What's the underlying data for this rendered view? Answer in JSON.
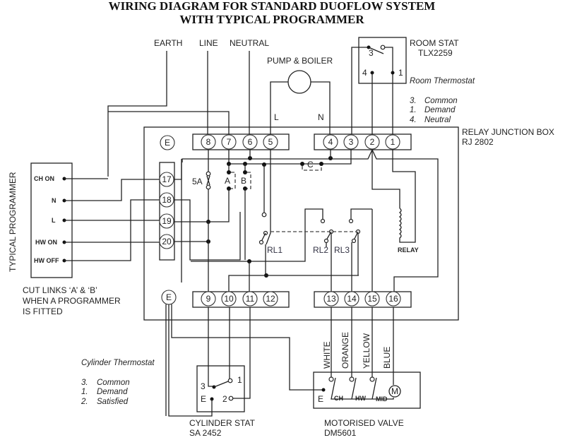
{
  "title": {
    "line1": "WIRING DIAGRAM FOR STANDARD DUOFLOW SYSTEM",
    "line2": "WITH TYPICAL PROGRAMMER"
  },
  "supply_labels": {
    "earth": "EARTH",
    "line": "LINE",
    "neutral": "NEUTRAL"
  },
  "pump_boiler": {
    "label": "PUMP & BOILER",
    "l": "L",
    "n": "N"
  },
  "room_stat": {
    "title": "ROOM STAT",
    "model": "TLX2259",
    "subtitle": "Room Thermostat",
    "terminals": [
      "3",
      "4",
      "1"
    ],
    "legend": [
      {
        "num": "3.",
        "text": "Common"
      },
      {
        "num": "1.",
        "text": "Demand"
      },
      {
        "num": "4.",
        "text": "Neutral"
      }
    ]
  },
  "junction_box": {
    "title": "RELAY JUNCTION BOX",
    "model": "RJ 2802",
    "earth_top": "E",
    "earth_bottom": "E",
    "top_left_terminals": [
      "8",
      "7",
      "6",
      "5"
    ],
    "top_right_terminals": [
      "4",
      "3",
      "2",
      "1"
    ],
    "side_terminals": [
      "17",
      "18",
      "19",
      "20"
    ],
    "bottom_left_terminals": [
      "9",
      "10",
      "11",
      "12"
    ],
    "bottom_right_terminals": [
      "13",
      "14",
      "15",
      "16"
    ],
    "fuse_label": "5A",
    "link_a": "A",
    "link_b": "B",
    "link_c": "C",
    "relay_contacts": [
      "RL1",
      "RL2",
      "RL3"
    ],
    "relay_label": "RELAY"
  },
  "programmer": {
    "title": "TYPICAL PROGRAMMER",
    "terminals": [
      "CH ON",
      "N",
      "L",
      "HW ON",
      "HW OFF"
    ],
    "note": [
      "CUT LINKS ‘A’ & ‘B’",
      "WHEN A PROGRAMMER",
      "IS FITTED"
    ]
  },
  "cylinder_stat": {
    "title": "CYLINDER STAT",
    "model": "SA 2452",
    "subtitle": "Cylinder Thermostat",
    "terminals": {
      "common": "3",
      "demand": "1",
      "satisfied": "2",
      "earth": "E"
    },
    "legend": [
      {
        "num": "3.",
        "text": "Common"
      },
      {
        "num": "1.",
        "text": "Demand"
      },
      {
        "num": "2.",
        "text": "Satisfied"
      }
    ]
  },
  "motorised_valve": {
    "title": "MOTORISED VALVE",
    "model": "DM5601",
    "wires": [
      "WHITE",
      "ORANGE",
      "YELLOW",
      "BLUE"
    ],
    "switches": [
      "CH",
      "HW",
      "MID"
    ],
    "earth": "E",
    "motor": "M"
  }
}
